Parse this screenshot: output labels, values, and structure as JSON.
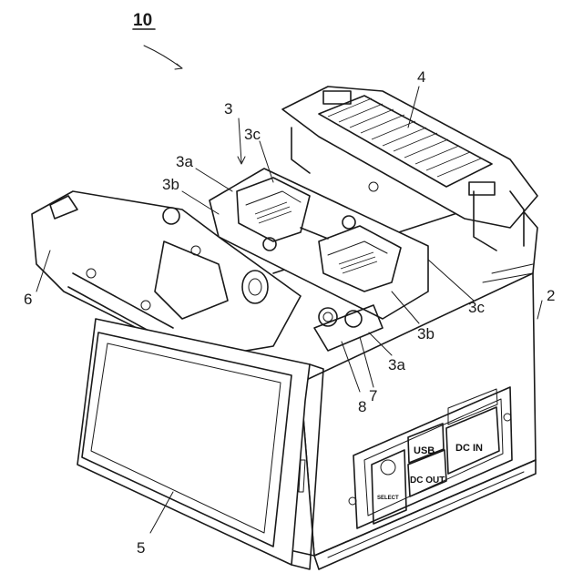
{
  "labels": {
    "device": "10",
    "top_module": "3",
    "wind_protector": "4",
    "clamp_a_left": "3a",
    "clamp_b_left": "3b",
    "clamp_c_left": "3c",
    "clamp_a_right": "3a",
    "clamp_b_right": "3b",
    "clamp_c_right": "3c",
    "housing": "2",
    "handle": "6",
    "monitor": "5",
    "button_7": "7",
    "button_8": "8"
  },
  "panel": {
    "select": "SELECT",
    "usb": "USB",
    "dc_out": "DC OUT",
    "dc_in": "DC IN"
  }
}
